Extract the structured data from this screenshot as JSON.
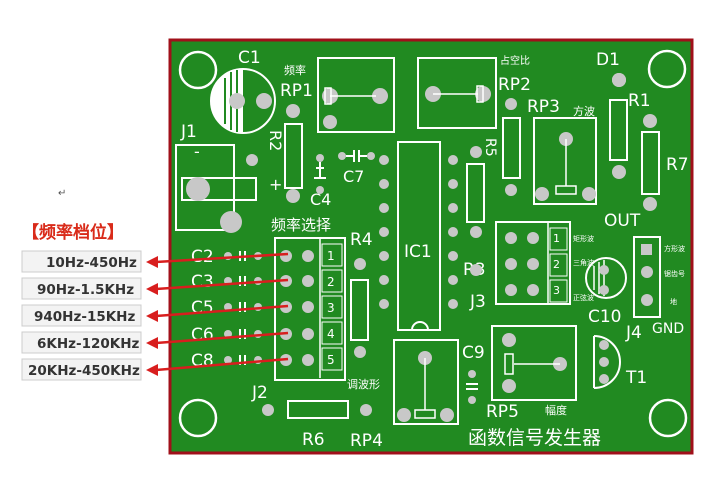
{
  "board": {
    "colors": {
      "board": "#218a21",
      "outline": "#a0101a",
      "pad": "#c8c8c8",
      "silk": "#ffffff",
      "arrow": "#d81e1e"
    }
  },
  "labels": {
    "c1": "C1",
    "rate_top": "频率",
    "rp1": "RP1",
    "j1": "J1",
    "r2": "R2",
    "plus": "+",
    "minus": "-",
    "c4": "C4",
    "c7": "C7",
    "duty": "占空比",
    "rp2": "RP2",
    "d1": "D1",
    "rp3": "RP3",
    "square": "方波",
    "r1": "R1",
    "r5": "R5",
    "r7": "R7",
    "out": "OUT",
    "rate_select": "频率选择",
    "r4": "R4",
    "ic1": "IC1",
    "r3": "R3",
    "j3": "J3",
    "c10": "C10",
    "j4": "J4",
    "gnd": "GND",
    "c9": "C9",
    "t1": "T1",
    "j2": "J2",
    "adjust_wave": "调波形",
    "r6": "R6",
    "rp4": "RP4",
    "rp5": "RP5",
    "amplitude": "幅度",
    "title": "函数信号发生器",
    "c2": "C2",
    "c3": "C3",
    "c5": "C5",
    "c6": "C6",
    "c8": "C8",
    "j2_pins": [
      "1",
      "2",
      "3",
      "4",
      "5"
    ],
    "j3_pins": [
      "1",
      "2",
      "3"
    ],
    "j3_side": [
      "矩形波",
      "三角波",
      "正弦波"
    ],
    "j4_side": [
      "方形波",
      "锯齿号",
      "地"
    ],
    "small_mark": "↵"
  },
  "frequency_bands": {
    "title": "【频率档位】",
    "items": [
      "10Hz-450Hz",
      "90Hz-1.5KHz",
      "940Hz-15KHz",
      "6KHz-120KHz",
      "20KHz-450KHz"
    ]
  }
}
